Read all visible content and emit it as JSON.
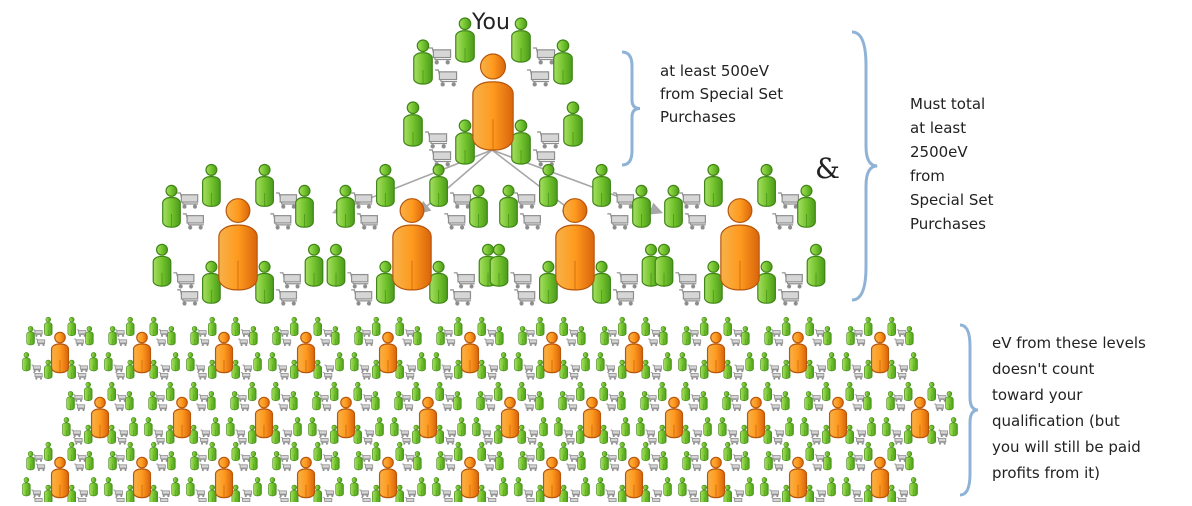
{
  "you_label": "You",
  "level1_note": "at least 500eV\nfrom Special Set\nPurchases",
  "ampersand": "&",
  "total_note": "Must total\nat least\n2500eV\nfrom\nSpecial Set\nPurchases",
  "deep_note": "eV from these levels\ndoesn't count\ntoward your\nqualification (but\nyou will still be paid\nprofits from it)",
  "colors": {
    "leader_orange": "#f08a1c",
    "member_green": "#6cbf2a",
    "bracket_blue": "#8fb3d6",
    "arrow_gray": "#a7a7a7",
    "cart_gray": "#8e8e8e"
  },
  "icons": [
    "person-orange-icon",
    "person-green-icon",
    "shopping-cart-icon"
  ]
}
